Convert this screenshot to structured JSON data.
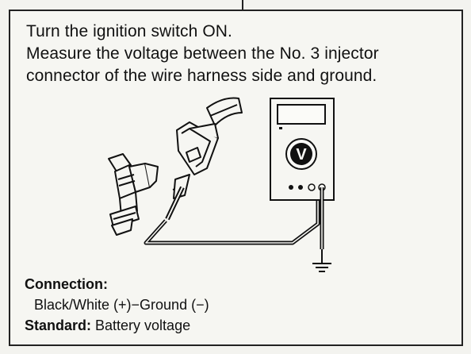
{
  "instructions": {
    "line1": "Turn the ignition switch ON.",
    "line2": "Measure the voltage between the No. 3 injector",
    "line3": "connector of the wire harness side and ground."
  },
  "illustration": {
    "meter_symbol": "V",
    "icons": [
      "injector-icon",
      "harness-connector-icon",
      "voltmeter-icon",
      "ground-symbol-icon"
    ]
  },
  "connection": {
    "label": "Connection",
    "colon": ":",
    "value": "Black/White (+)−Ground (−)"
  },
  "standard": {
    "label": "Standard",
    "colon": ":",
    "value": " Battery voltage"
  }
}
